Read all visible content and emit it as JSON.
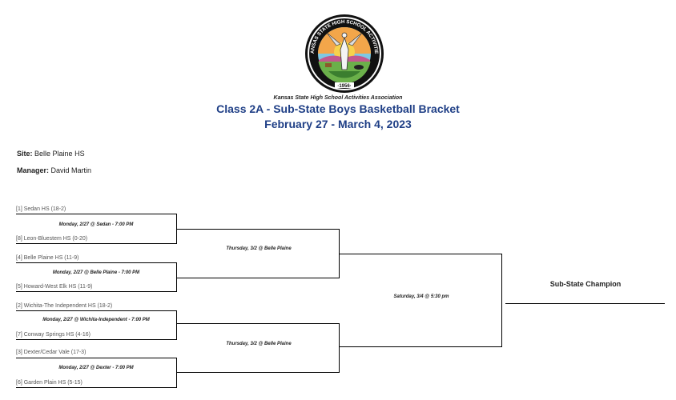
{
  "logo": {
    "ring_top": "KANSAS STATE HIGH SCHOOL ACTIVITIES ASSOCIATION, INC.",
    "year": "1956"
  },
  "header": {
    "organization": "Kansas State High School Activities Association",
    "title": "Class 2A - Sub-State Boys Basketball Bracket",
    "dates": "February 27 - March 4, 2023"
  },
  "info": {
    "site_label": "Site:",
    "site_value": "Belle Plaine HS",
    "manager_label": "Manager:",
    "manager_value": "David Martin"
  },
  "teams": [
    "[1] Sedan HS   (18-2)",
    "[8] Leon-Bluestem HS  (0-20)",
    "[4] Belle Plaine HS   (11-9)",
    "[5] Howard-West Elk HS  (11-9)",
    "[2] Wichita-The Independent HS   (18-2)",
    "[7] Conway Springs HS  (4-16)",
    "[3] Dexter/Cedar Vale   (17-3)",
    "[6] Garden Plain HS  (5-15)"
  ],
  "round1": [
    "Monday, 2/27 @ Sedan - 7:00 PM",
    "Monday, 2/27 @ Belle Plaine - 7:00 PM",
    "Monday, 2/27 @ Wichita-Independent - 7:00 PM",
    "Monday, 2/27 @ Dexter - 7:00 PM"
  ],
  "semis": [
    "Thursday, 3/2 @ Belle Plaine",
    "Thursday, 3/2 @ Belle Plaine"
  ],
  "final": "Saturday, 3/4 @ 5:30 pm",
  "champion_label": "Sub-State Champion"
}
